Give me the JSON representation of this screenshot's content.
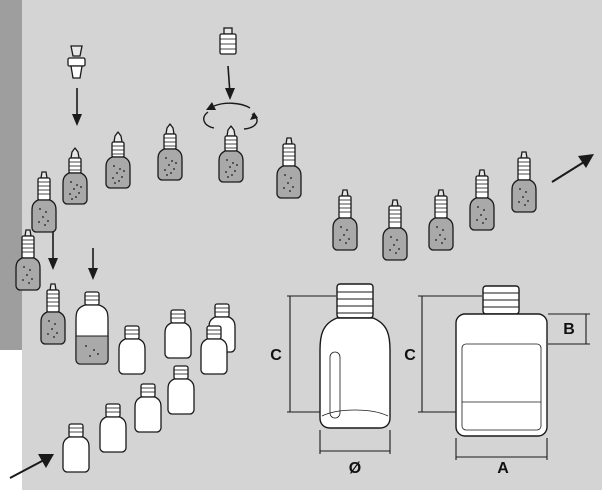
{
  "labels": {
    "height_left": "C",
    "diameter": "Ø",
    "height_right": "C",
    "neck_height": "B",
    "width": "A"
  },
  "colors": {
    "background_panel": "#d4d4d4",
    "side_bar": "#9e9e9e",
    "filled_bottle": "#a9a9a9",
    "empty_bottle": "#ffffff",
    "outline": "#1a1a1a"
  },
  "icons": {
    "dropper_cap": "dropper-cap-icon",
    "screw_cap": "screw-cap-icon",
    "rotation": "rotate-icon",
    "flow_arrow": "arrow-icon"
  }
}
